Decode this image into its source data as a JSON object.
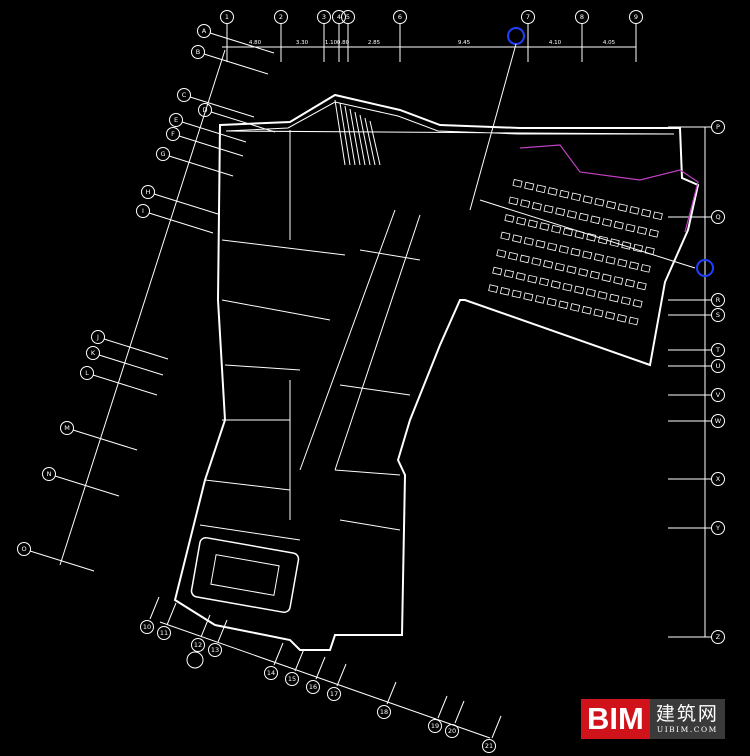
{
  "drawing": {
    "top_axes": [
      "1",
      "2",
      "3",
      "4",
      "5",
      "6",
      "7",
      "8",
      "9"
    ],
    "top_dimensions": [
      "4.80",
      "3.30",
      "1.10",
      "0.80",
      "2.85",
      "9.45",
      "4.10",
      "4.05"
    ],
    "left_axes": [
      "A",
      "B",
      "C",
      "D",
      "E",
      "F",
      "G",
      "H",
      "I",
      "J",
      "K",
      "L",
      "M",
      "N",
      "O"
    ],
    "right_axes": [
      "P",
      "Q",
      "R",
      "S",
      "T",
      "U",
      "V",
      "W",
      "X",
      "Y",
      "Z"
    ],
    "bottom_axes": [
      "10",
      "11",
      "12",
      "13",
      "14",
      "15",
      "16",
      "17",
      "18",
      "19",
      "20",
      "21"
    ],
    "colors": {
      "background": "#000000",
      "lines": "#ffffff",
      "accent": "#c040c0",
      "symbol": "#2040ff"
    }
  },
  "logo": {
    "brand": "BIM",
    "cn": "建筑网",
    "site": "UIBIM.COM"
  }
}
